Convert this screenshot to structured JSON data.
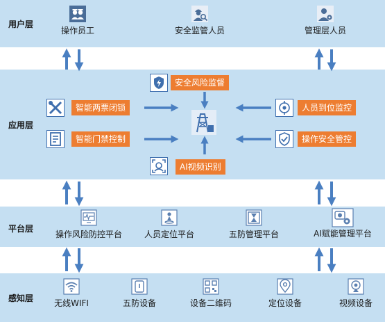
{
  "layers": {
    "user": {
      "label": "用户层"
    },
    "app": {
      "label": "应用层"
    },
    "platform": {
      "label": "平台层"
    },
    "sensing": {
      "label": "感知层"
    }
  },
  "user_nodes": {
    "operator": "操作员工",
    "safety_supervisor": "安全监管人员",
    "manager": "管理层人员"
  },
  "app_modules": {
    "risk_monitor": "安全风险监督",
    "two_ticket_lock": "智能两票闭锁",
    "door_control": "智能门禁控制",
    "ai_video": "AI视频识别",
    "personnel_monitor": "人员到位监控",
    "operation_control": "操作安全管控"
  },
  "platform_nodes": {
    "risk_platform": "操作风险防控平台",
    "positioning_platform": "人员定位平台",
    "five_prevention_platform": "五防管理平台",
    "ai_platform": "AI赋能管理平台"
  },
  "sensing_nodes": {
    "wifi": "无线WIFI",
    "five_prevention_device": "五防设备",
    "qr_code": "设备二维码",
    "positioning_device": "定位设备",
    "video_device": "视频设备"
  },
  "colors": {
    "band": "#c5dff2",
    "arrow": "#4a7fc1",
    "module_fill": "#ed7d31",
    "icon_blue": "#3f6fae"
  }
}
